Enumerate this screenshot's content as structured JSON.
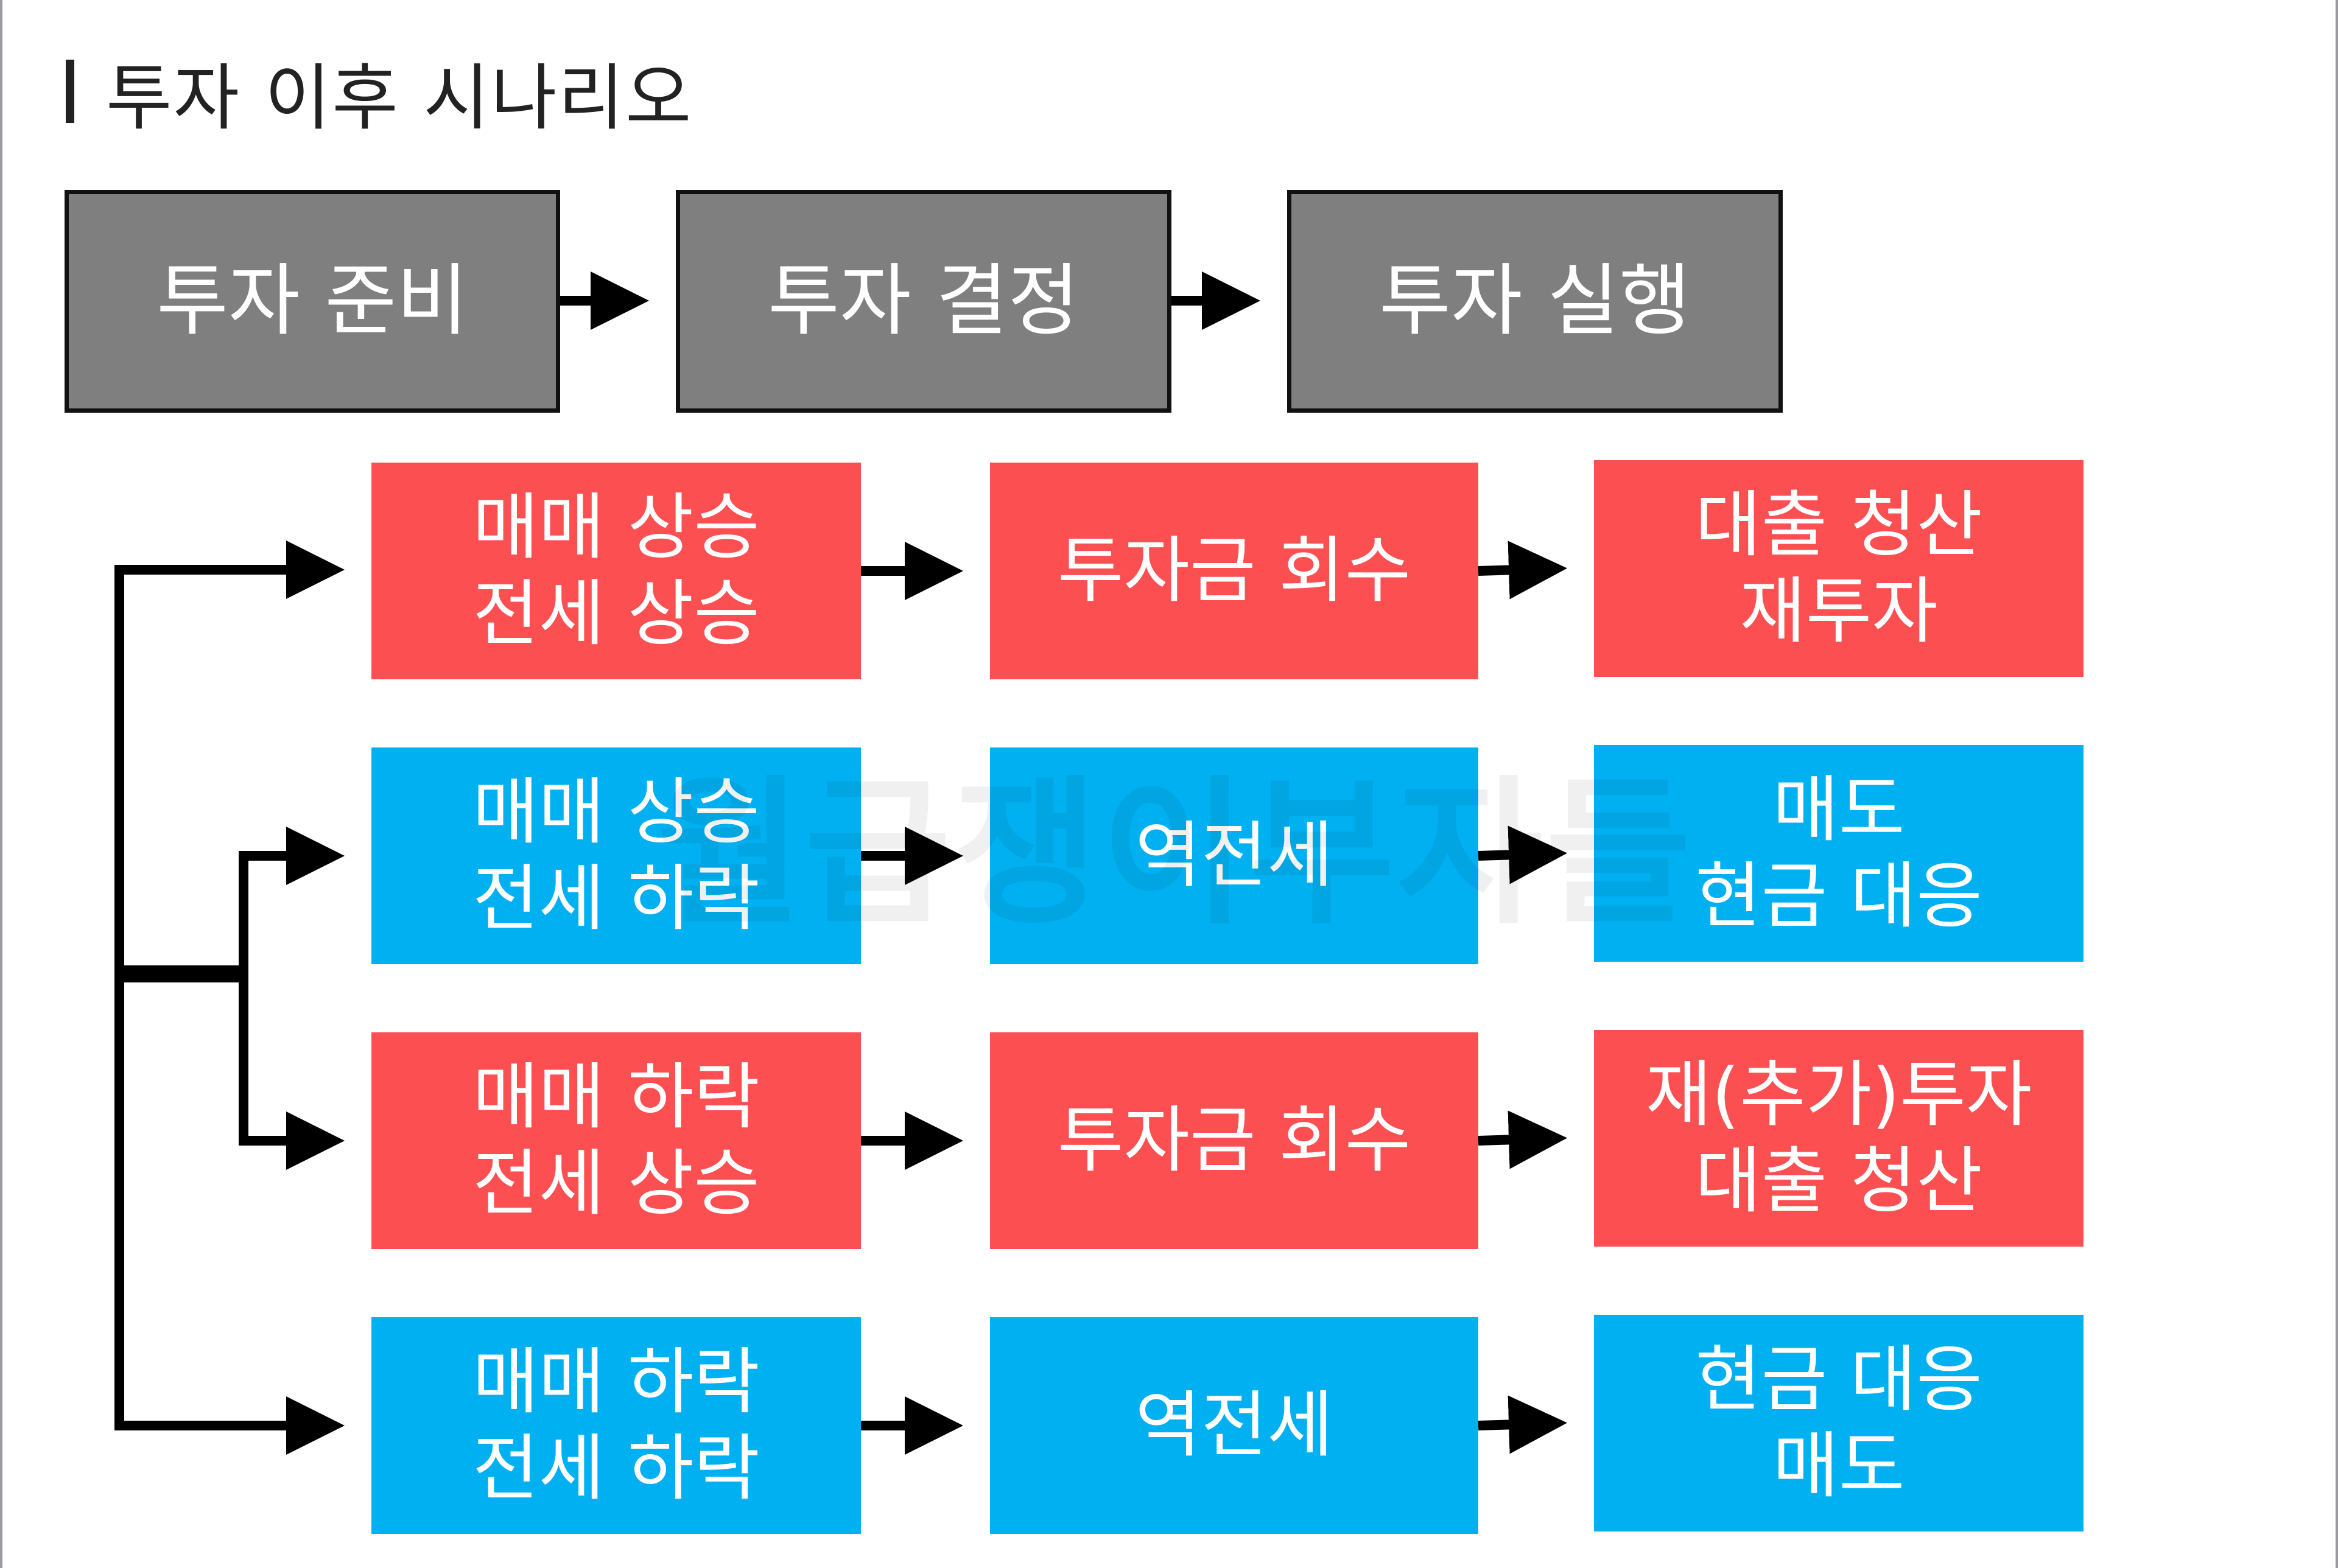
{
  "title": "투자 이후 시나리오",
  "watermark": "월급쟁이부자들",
  "colors": {
    "gray": "#7f7f7f",
    "red": "#fc4f51",
    "blue": "#00b0f0",
    "line": "#000000"
  },
  "top_flow": [
    "투자 준비",
    "투자 결정",
    "투자 실행"
  ],
  "scenarios": [
    {
      "color": "red",
      "condition": [
        "매매 상승",
        "전세 상승"
      ],
      "step": [
        "투자금 회수"
      ],
      "outcome": [
        "대출 청산",
        "재투자"
      ]
    },
    {
      "color": "blue",
      "condition": [
        "매매 상승",
        "전세 하락"
      ],
      "step": [
        "역전세"
      ],
      "outcome": [
        "매도",
        "현금 대응"
      ]
    },
    {
      "color": "red",
      "condition": [
        "매매 하락",
        "전세 상승"
      ],
      "step": [
        "투자금 회수"
      ],
      "outcome": [
        "재(추가)투자",
        "대출 청산"
      ]
    },
    {
      "color": "blue",
      "condition": [
        "매매 하락",
        "전세 하락"
      ],
      "step": [
        "역전세"
      ],
      "outcome": [
        "현금 대응",
        "매도"
      ]
    }
  ]
}
